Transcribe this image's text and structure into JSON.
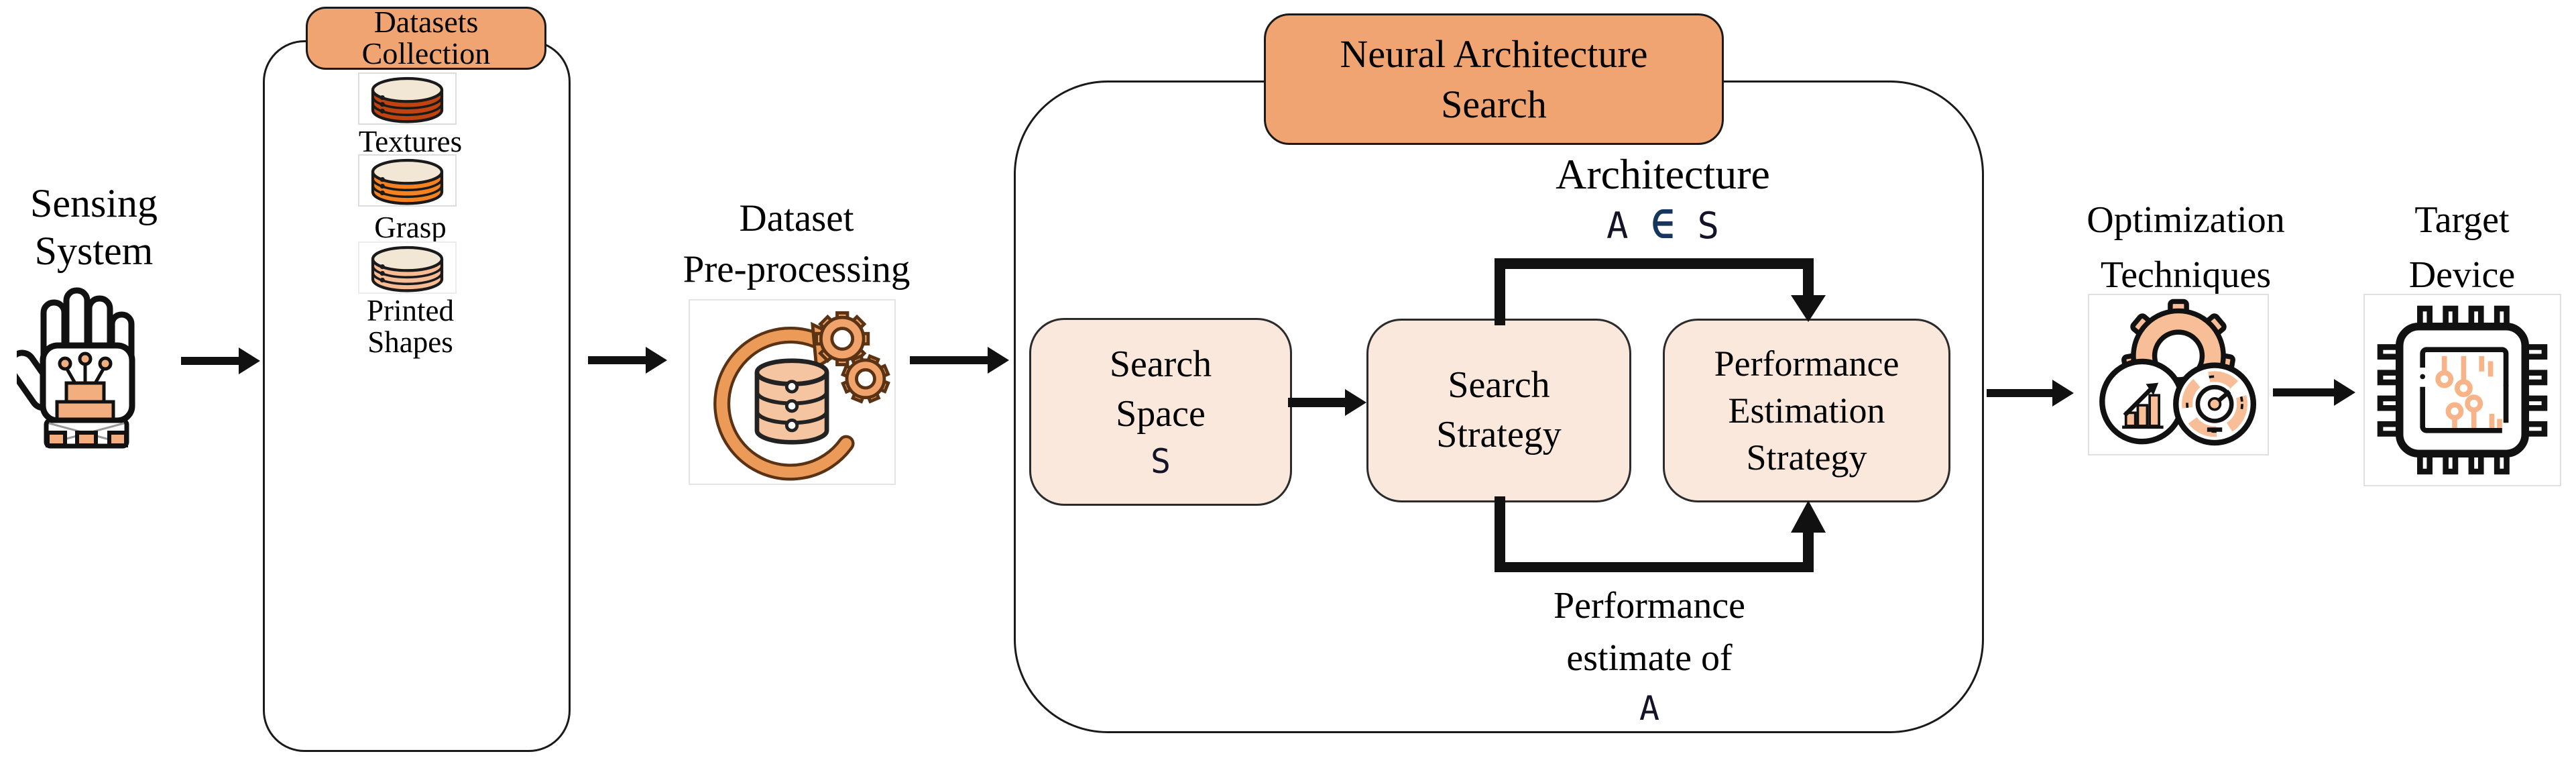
{
  "figure": {
    "title_semantics": "Neural Architecture Search pipeline diagram",
    "sensing": {
      "line1": "Sensing",
      "line2": "System"
    },
    "datasets": {
      "header": {
        "line1": "Datasets",
        "line2": "Collection"
      },
      "textures_label": "Textures",
      "grasp_label": "Grasp",
      "printed_label": {
        "line1": "Printed",
        "line2": "Shapes"
      }
    },
    "preprocessing": {
      "line1": "Dataset",
      "line2": "Pre-processing"
    },
    "nas": {
      "header": {
        "line1": "Neural Architecture",
        "line2": "Search"
      },
      "search_space": {
        "line1": "Search",
        "line2": "Space",
        "symbol": "S"
      },
      "search_strategy": {
        "line1": "Search",
        "line2": "Strategy"
      },
      "performance_estimation": {
        "line1": "Performance",
        "line2": "Estimation",
        "line3": "Strategy"
      },
      "architecture_label": {
        "title": "Architecture",
        "a": "A",
        "element_of": "∈",
        "s": "S"
      },
      "performance_label": {
        "line1": "Performance",
        "line2": "estimate of",
        "a": "A"
      }
    },
    "optimization": {
      "line1": "Optimization",
      "line2": "Techniques"
    },
    "target": {
      "line1": "Target",
      "line2": "Device"
    },
    "colors": {
      "header_fill": "#F0A472",
      "inner_box_fill": "#FAE8DC",
      "element_of_symbol": "#17365D",
      "arrow": "#111111",
      "db_textures": "#C1440E",
      "db_grasp": "#F5821E",
      "db_printed": "#F7BC95",
      "db_top": "#F2E7D4",
      "icon_accent": "#F7BE97",
      "icon_orange": "#EC9A57"
    }
  }
}
